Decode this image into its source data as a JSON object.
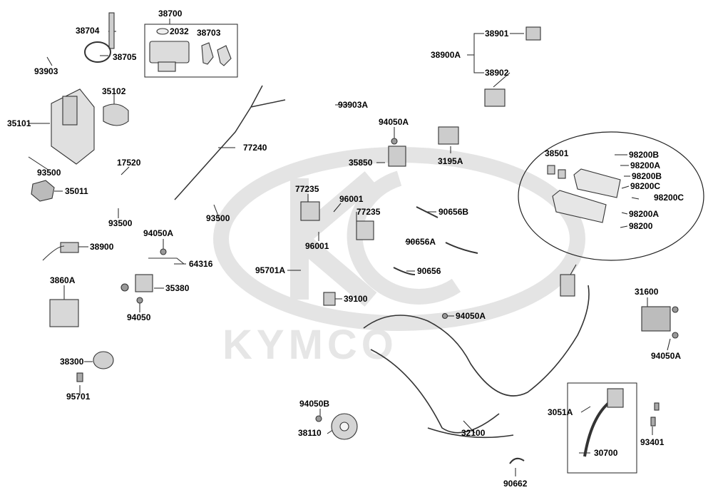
{
  "watermark": {
    "brand": "KYMCO"
  },
  "labels": {
    "l38700": "38700",
    "l38704": "38704",
    "l2032": "2032",
    "l38703": "38703",
    "l38705": "38705",
    "l93903": "93903",
    "l35102": "35102",
    "l35101": "35101",
    "l17520": "17520",
    "l77240": "77240",
    "l93500a": "93500",
    "l35011": "35011",
    "l93500b": "93500",
    "l93500c": "93500",
    "l94050A1": "94050A",
    "l38900": "38900",
    "l64316": "64316",
    "l35380": "35380",
    "l94050": "94050",
    "l3860A": "3860A",
    "l38300": "38300",
    "l95701": "95701",
    "l38901": "38901",
    "l38900A": "38900A",
    "l38902": "38902",
    "l93903A": "93903A",
    "l94050A2": "94050A",
    "l35850": "35850",
    "l3195A": "3195A",
    "l77235a": "77235",
    "l96001a": "96001",
    "l77235b": "77235",
    "l90656B": "90656B",
    "l96001b": "96001",
    "l90656A": "90656A",
    "l95701A": "95701A",
    "l90656": "90656",
    "l39100": "39100",
    "l94050A3": "94050A",
    "l38501": "38501",
    "l98200B1": "98200B",
    "l98200A1": "98200A",
    "l98200B2": "98200B",
    "l98200C1": "98200C",
    "l98200C2": "98200C",
    "l98200A2": "98200A",
    "l98200": "98200",
    "l31600": "31600",
    "l94050A4": "94050A",
    "l94050B": "94050B",
    "l38110": "38110",
    "l32100": "32100",
    "l3051A": "3051A",
    "l30700": "30700",
    "l93401": "93401",
    "l90662": "90662"
  }
}
